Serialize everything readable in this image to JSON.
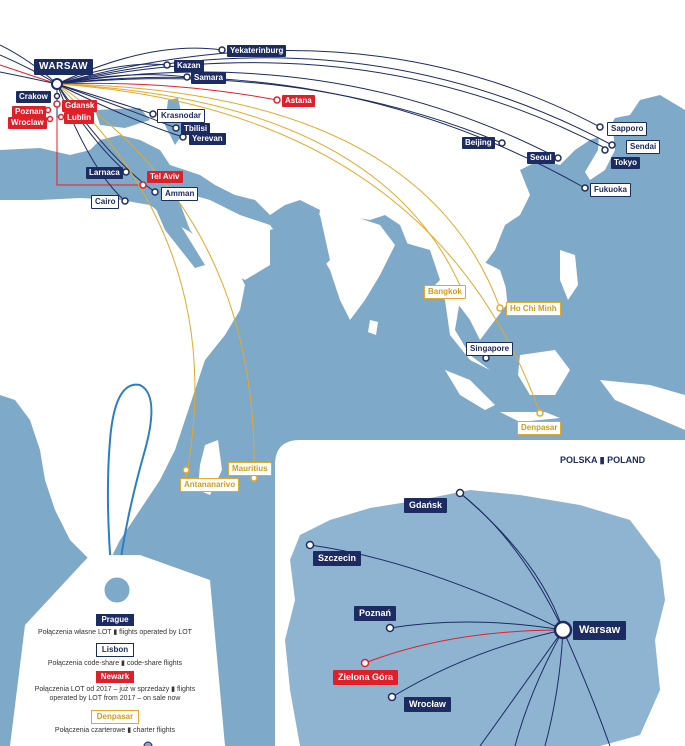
{
  "map": {
    "hub": "WARSAW",
    "poland_hubs": {
      "krakow": "Crakow",
      "poznan": "Poznan",
      "wroclaw": "Wroclaw",
      "gdansk": "Gdansk",
      "lublin": "Lublin"
    },
    "destinations": {
      "yekaterinburg": "Yekaterinburg",
      "kazan": "Kazan",
      "samara": "Samara",
      "astana": "Astana",
      "krasnodar": "Krasnodar",
      "tbilisi": "Tbilisi",
      "yerevan": "Yerevan",
      "larnaca": "Larnaca",
      "tel_aviv": "Tel Aviv",
      "amman": "Amman",
      "cairo": "Cairo",
      "beijing": "Beijing",
      "seoul": "Seoul",
      "sapporo": "Sapporo",
      "sendai": "Sendai",
      "tokyo": "Tokyo",
      "fukuoka": "Fukuoka",
      "bangkok": "Bangkok",
      "ho_chi_minh": "Ho Chi Minh",
      "singapore": "Singapore",
      "denpasar": "Denpasar",
      "mauritius": "Mauritius",
      "antananarivo": "Antananarivo"
    }
  },
  "inset": {
    "title": "POLSKA ▮ POLAND",
    "cities": {
      "gdansk": "Gdańsk",
      "szczecin": "Szczecin",
      "poznan": "Poznań",
      "warsaw": "Warsaw",
      "zielona_gora": "Zielona Góra",
      "wroclaw": "Wrocław"
    }
  },
  "legend": {
    "own_label": "Prague",
    "own_text": "Połączenia własne LOT ▮ flights operated by LOT",
    "cs_label": "Lisbon",
    "cs_text": "Połączenia code-share ▮ code-share flights",
    "new_label": "Newark",
    "new_text": "Połączenia LOT od 2017 – już w sprzedaży ▮ flights operated by LOT from 2017 – on sale now",
    "ch_label": "Denpasar",
    "ch_text": "Połączenia czarterowe ▮ charter flights"
  },
  "colors": {
    "sea": "#7fa9c9",
    "land": "#ffffff",
    "own": "#1d2b63",
    "new": "#e02028",
    "charter": "#e3a92a",
    "inset_land": "#8fb4d2"
  }
}
